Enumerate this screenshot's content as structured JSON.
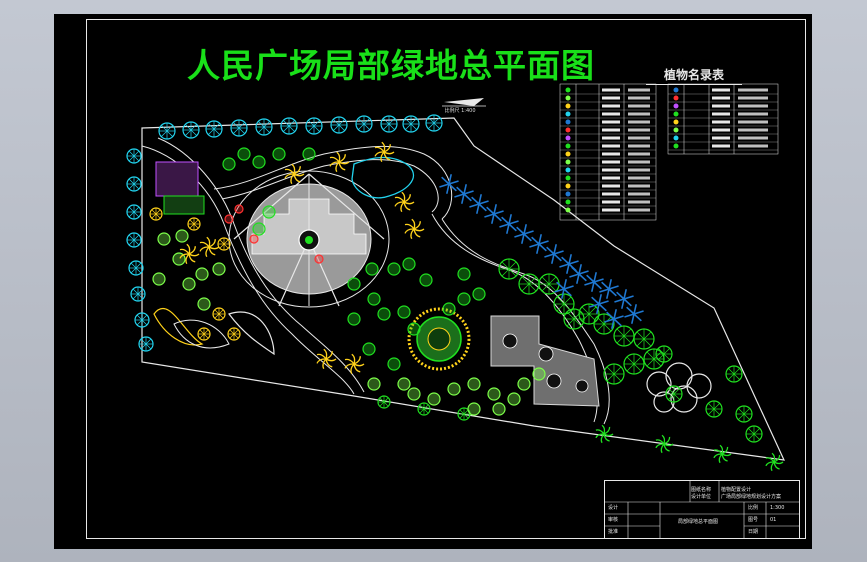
{
  "drawing": {
    "title": "人民广场局部绿地总平面图",
    "legend_title": "植物名录表",
    "north_arrow_label": "比例尺 1:400"
  },
  "title_block": {
    "project_name_label": "图纸名称",
    "project_name_value": "植物配置设计",
    "design_unit_label": "设计单位",
    "design_unit_value": "广场局部绿地规划设计方案",
    "designer_label": "设计",
    "checker_label": "审核",
    "approver_label": "批准",
    "drawing_title": "局部绿地总平面图",
    "scale_label": "比例",
    "scale_value": "1:300",
    "number_label": "图号",
    "number_value": "01",
    "date_label": "日期"
  },
  "colors": {
    "background": "#000000",
    "title_green": "#19e019",
    "tree_green": "#20e020",
    "light_green": "#7dff4a",
    "cyan": "#22d3ee",
    "yellow": "#ffd21a",
    "blue": "#1f78d1",
    "white": "#e8e8e8",
    "red": "#ff3030",
    "purple": "#c050ff",
    "paving_gray": "#9a9a9a"
  },
  "icons": [
    "north-arrow-icon",
    "palm-tree-icon",
    "round-tree-icon",
    "shrub-icon",
    "conifer-icon"
  ]
}
